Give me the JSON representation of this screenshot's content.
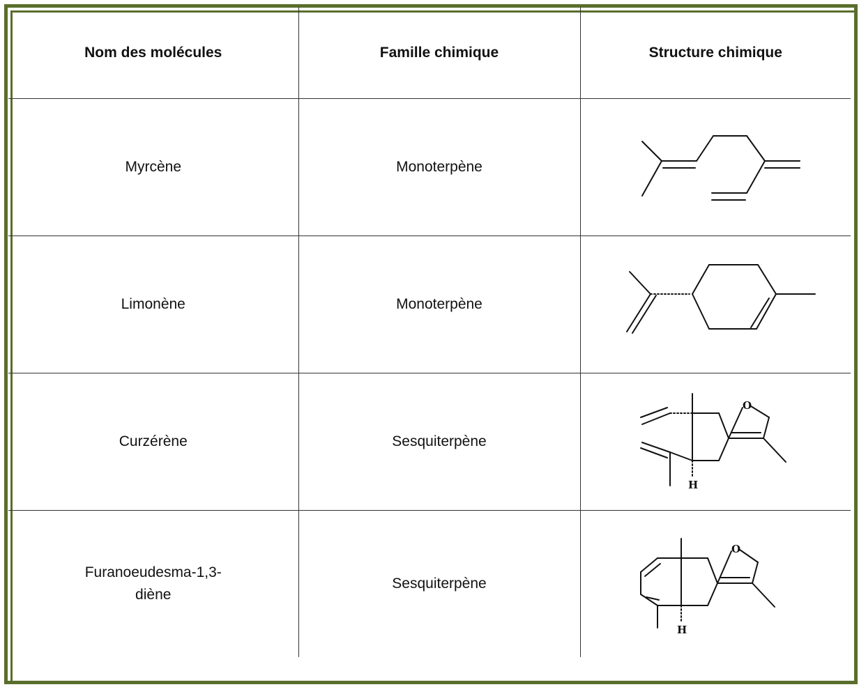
{
  "table": {
    "headers": [
      "Nom des molécules",
      "Famille chimique",
      "Structure chimique"
    ],
    "rows": [
      {
        "name": "Myrcène",
        "family": "Monoterpène",
        "structure_icon": "myrcene-structure"
      },
      {
        "name": "Limonène",
        "family": "Monoterpène",
        "structure_icon": "limonene-structure"
      },
      {
        "name": "Curzérène",
        "family": "Sesquiterpène",
        "structure_icon": "curzerene-structure"
      },
      {
        "name": "Furanoeudesma-1,3-\ndiène",
        "family": "Sesquiterpène",
        "structure_icon": "furanoeudesma-structure"
      }
    ]
  },
  "structure_labels": {
    "oxygen": "O",
    "hydrogen": "H"
  },
  "colors": {
    "frame": "#5a6e2c",
    "grid": "#333333"
  }
}
